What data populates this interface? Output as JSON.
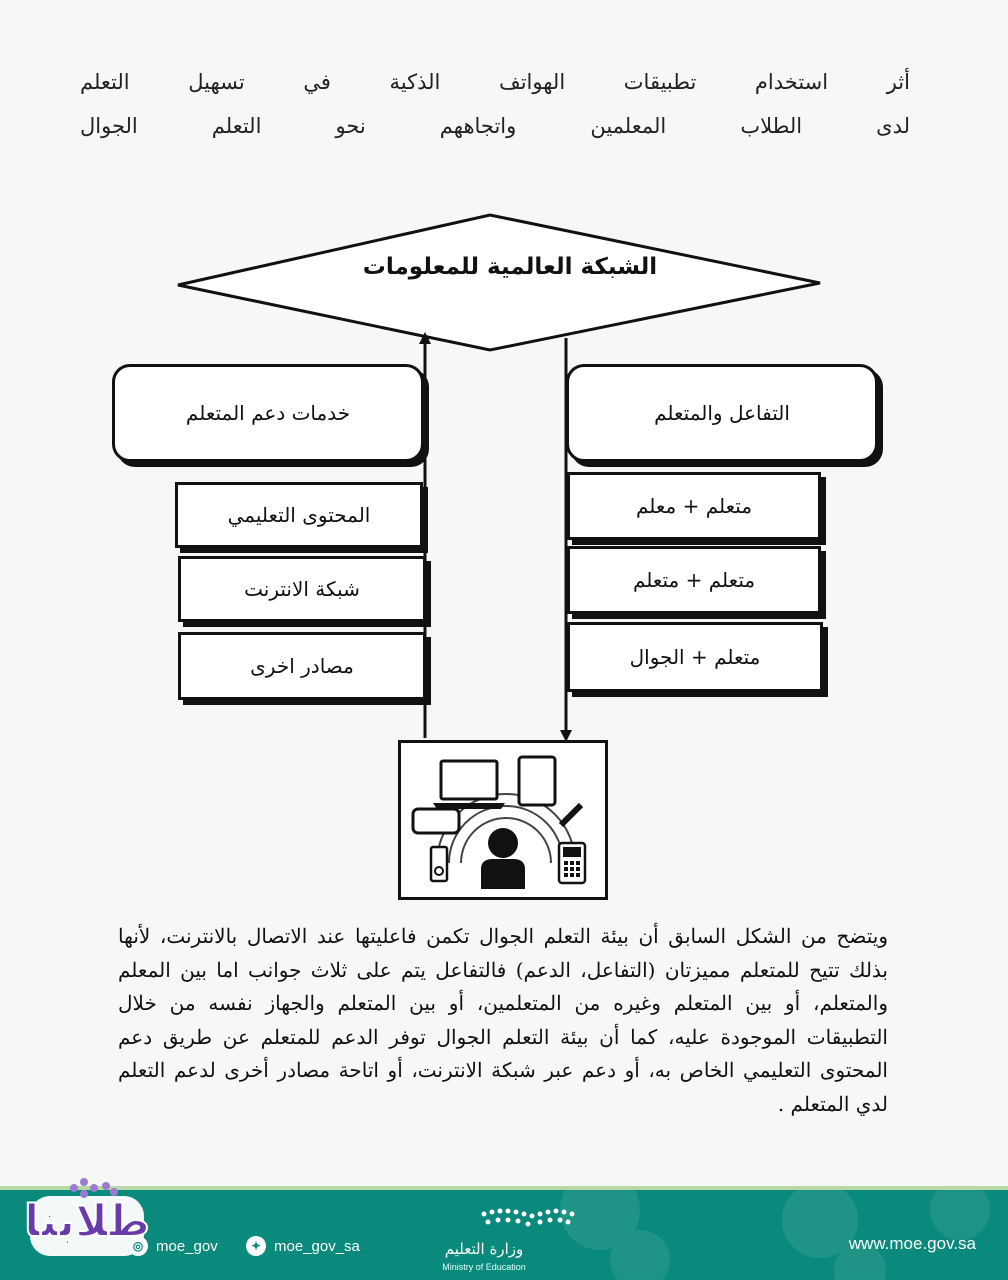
{
  "header": {
    "line1": "أثر استخدام تطبيقات الهواتف الذكية في تسهيل التعلم",
    "line2": "لدى الطلاب المعلمين واتجاههم نحو التعلم الجوال"
  },
  "diagram": {
    "top": "الشبكة العالمية للمعلومات",
    "left_header": "خدمات دعم المتعلم",
    "right_header": "التفاعل والمتعلم",
    "left_items": [
      "المحتوى التعليمي",
      "شبكة الانترنت",
      "مصادر اخرى"
    ],
    "right_items": [
      "متعلم + معلم",
      "متعلم + متعلم",
      "متعلم + الجوال"
    ]
  },
  "paragraph": "ويتضح من الشكل السابق أن بيئة التعلم الجوال تكمن فاعليتها عند الاتصال بالانترنت، لأنها بذلك تتيح للمتعلم مميزتان (التفاعل، الدعم) فالتفاعل يتم على ثلاث جوانب اما بين المعلم والمتعلم، أو بين المتعلم وغيره من المتعلمين، أو بين المتعلم والجهاز نفسه من خلال التطبيقات الموجودة عليه، كما أن بيئة التعلم الجوال توفر الدعم للمتعلم عن طريق دعم المحتوى التعليمي الخاص به، أو دعم عبر شبكة الانترنت، أو اتاحة مصادر أخرى لدعم التعلم لدي المتعلم .",
  "footer": {
    "brand": "طلابنا",
    "instagram": "moe_gov",
    "twitter": "moe_gov_sa",
    "ministry_ar": "وزارة التعليم",
    "ministry_en": "Ministry of Education",
    "website": "www.moe.gov.sa"
  },
  "colors": {
    "footer_bg": "#0a8a7c",
    "brand": "#6a3ba8"
  }
}
